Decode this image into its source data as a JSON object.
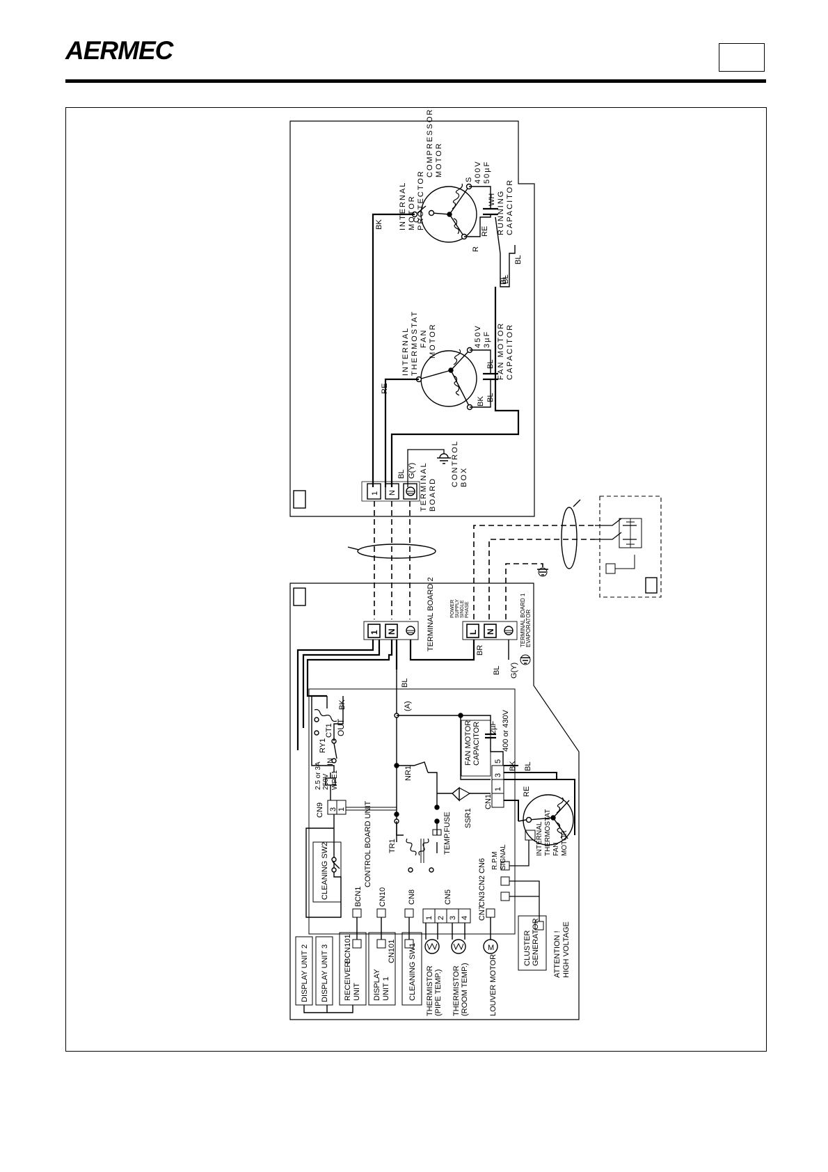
{
  "header": {
    "logo": "AERMEC"
  },
  "outdoor": {
    "compressor_title": [
      "INTERNAL",
      "MOTOR",
      "PROTECTOR",
      "COMPRESSOR",
      "MOTOR"
    ],
    "running_cap": [
      "400V",
      "50µF",
      "RUNNING",
      "CAPACITOR"
    ],
    "fan_title": [
      "INTERNAL",
      "THERMOSTAT",
      "FAN",
      "MOTOR"
    ],
    "fan_cap": [
      "450V",
      "3µF",
      "FAN MOTOR",
      "CAPACITOR"
    ],
    "terminal_board": [
      "TERMINAL",
      "BOARD"
    ],
    "control_box": [
      "CONTROL",
      "BOX"
    ],
    "wire_labels": {
      "bk": "BK",
      "re": "RE",
      "bl": "BL",
      "wh": "WH",
      "gy": "G(Y)"
    },
    "pins": {
      "c": "C",
      "r": "R",
      "s": "S"
    },
    "terminals": {
      "t1": "1",
      "tn": "N"
    }
  },
  "indoor": {
    "terminal_board_2": "TERMINAL  BOARD 2",
    "power_supply": [
      "POWER",
      "SUPPLY",
      "SINGLE",
      "PHASE"
    ],
    "terminal_board_1": [
      "TERMINAL  BOARD 1",
      "EVAPORATOR"
    ],
    "terminals": {
      "t1": "1",
      "tn": "N",
      "tl": "L"
    },
    "wire_labels": {
      "br": "BR",
      "bl": "BL",
      "gy": "G(Y)",
      "bk": "BK",
      "re": "RE",
      "a": "(A)"
    },
    "fuse": [
      "2.5 or 3A",
      "250V",
      "WPE1"
    ],
    "ry1": "RY1",
    "ct1": "CT1",
    "in": "IN",
    "out": "OUT",
    "cn9": "CN9",
    "cn9_pins": [
      "3",
      "1"
    ],
    "fan_motor_cap": [
      "FAN MOTOR",
      "CAPACITOR"
    ],
    "cap_value": [
      "2µF",
      "400 or 430V"
    ],
    "cn1_pins": [
      "1",
      "3",
      "5"
    ],
    "nr1": "NR1",
    "ssr1": "SSR1",
    "cn1": "CN1",
    "tr1": "TR1",
    "temp_fuse": "TEMP.FUSE",
    "control_board_unit": "CONTROL  BOARD  UNIT",
    "cleaning_sw2": "CLEANING SW2",
    "cn6": "CN6",
    "rpm_signal": [
      "R.P.M",
      "SIGNAL"
    ],
    "cn2": "CN2",
    "cn3": "CN3",
    "cn7": "CN7",
    "cn5": "CN5",
    "cn5_pins": [
      "1",
      "2",
      "3",
      "4"
    ],
    "cn8": "CN8",
    "cn10": "CN10",
    "bcn1": "BCN1",
    "internal_thermostat_fan_motor": [
      "INTERNAL",
      "THERMOSTAT",
      "FAN",
      "MOTOR"
    ],
    "display_unit_2": "DISPLAY UNIT 2",
    "display_unit_3": "DISPLAY UNIT 3",
    "receiver_unit": [
      "RECEIVER",
      "UNIT"
    ],
    "bcn101": "BCN101",
    "display_unit_1": [
      "DISPLAY",
      "UNIT 1"
    ],
    "cn101": "CN101",
    "cleaning_sw1": "CLEANING SW1",
    "thermistor_pipe": [
      "THERMISTOR",
      "(PIPE TEMP.)"
    ],
    "thermistor_room": [
      "THERMISTOR",
      "(ROOM TEMP.)"
    ],
    "louver_motor": "LOUVER MOTOR",
    "cluster_generator": [
      "CLUSTER",
      "GENERATOR"
    ],
    "attention": [
      "ATTENTION !",
      "HIGH VOLTAGE"
    ],
    "motor_symbol": "M"
  }
}
